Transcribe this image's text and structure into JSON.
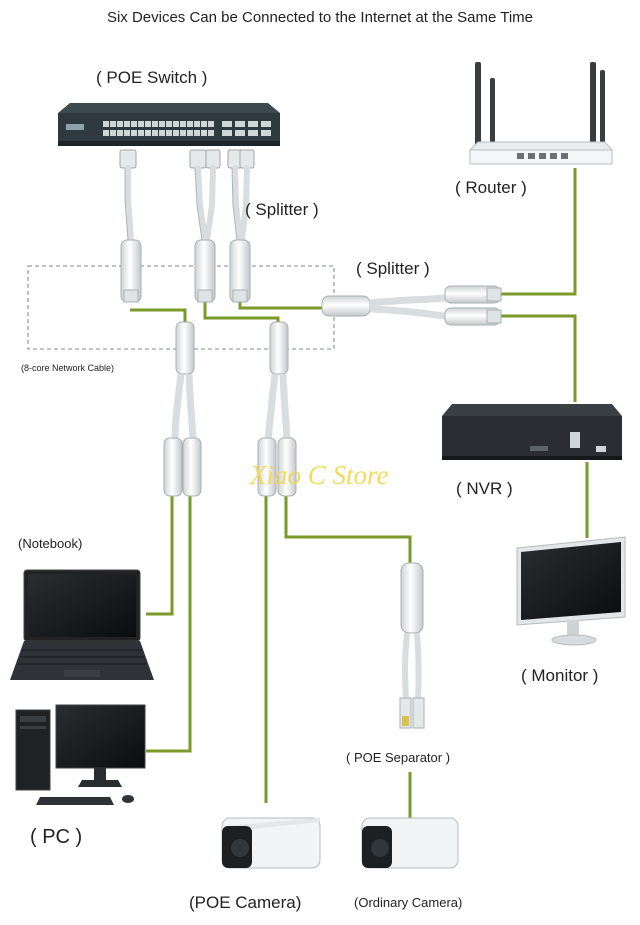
{
  "title": "Six Devices Can be Connected to the Internet at the Same Time",
  "watermark": "Xiao C Store",
  "labels": {
    "poe_switch": "( POE Switch )",
    "router": "( Router )",
    "splitter_top": "( Splitter )",
    "splitter_mid": "( Splitter )",
    "network_cable": "(8-core Network Cable)",
    "nvr": "( NVR )",
    "notebook": "(Notebook)",
    "monitor": "( Monitor )",
    "pc": "( PC )",
    "poe_separator": "( POE Separator )",
    "poe_camera": "(POE Camera)",
    "ordinary_camera": "(Ordinary Camera)"
  },
  "colors": {
    "cable": "#7a9a2a",
    "device_dark": "#2b2f33",
    "connector": "#eef0f0",
    "watermark": "#f2d74a"
  }
}
